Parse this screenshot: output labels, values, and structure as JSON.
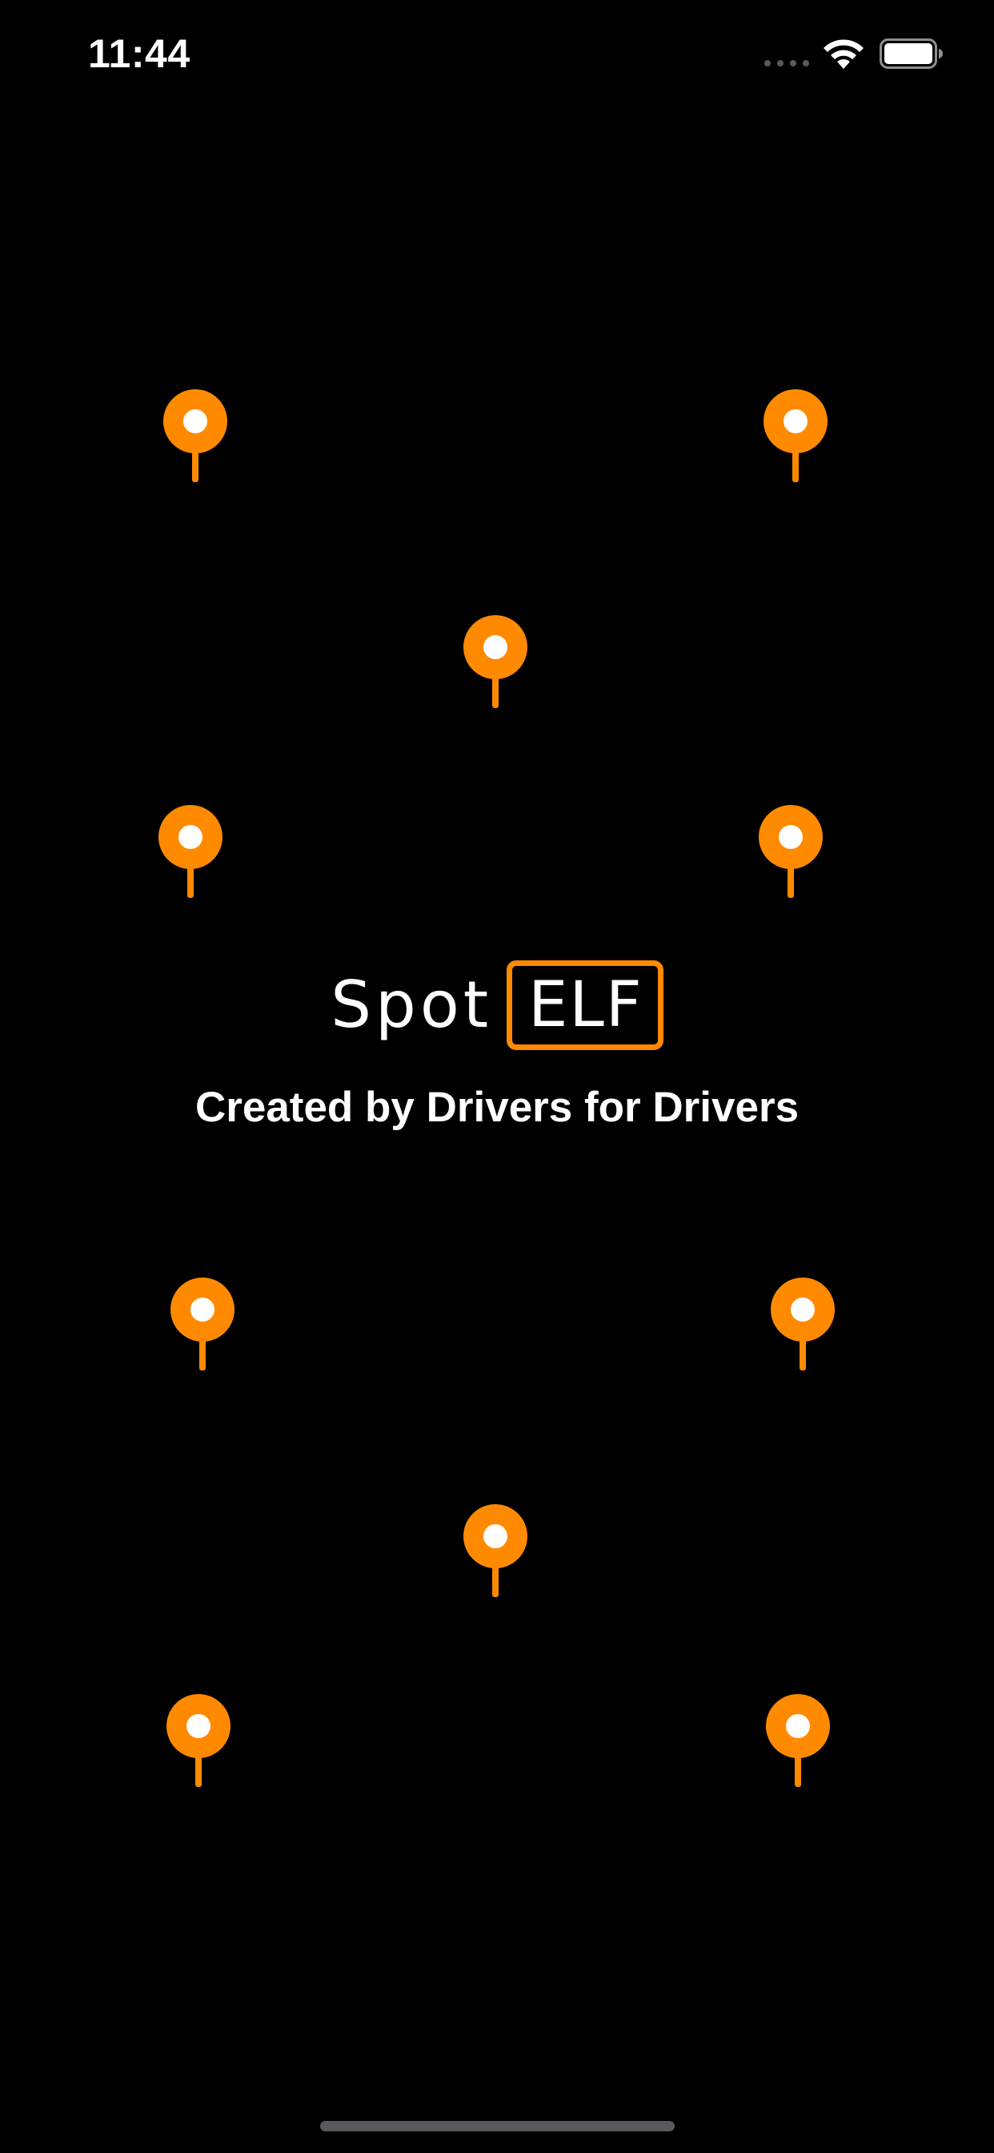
{
  "status_bar": {
    "time": "11:44",
    "signal_icon": "cellular-signal-dots",
    "wifi_icon": "wifi-icon",
    "battery_icon": "battery-full-icon"
  },
  "logo": {
    "word_spot": "Spot",
    "word_elf": "ELF"
  },
  "tagline": "Created by Drivers for Drivers",
  "colors": {
    "background": "#000000",
    "accent": "#FF8A00",
    "text": "#FFFFFF"
  },
  "decorations": {
    "pin_icon": "map-pin-icon"
  }
}
